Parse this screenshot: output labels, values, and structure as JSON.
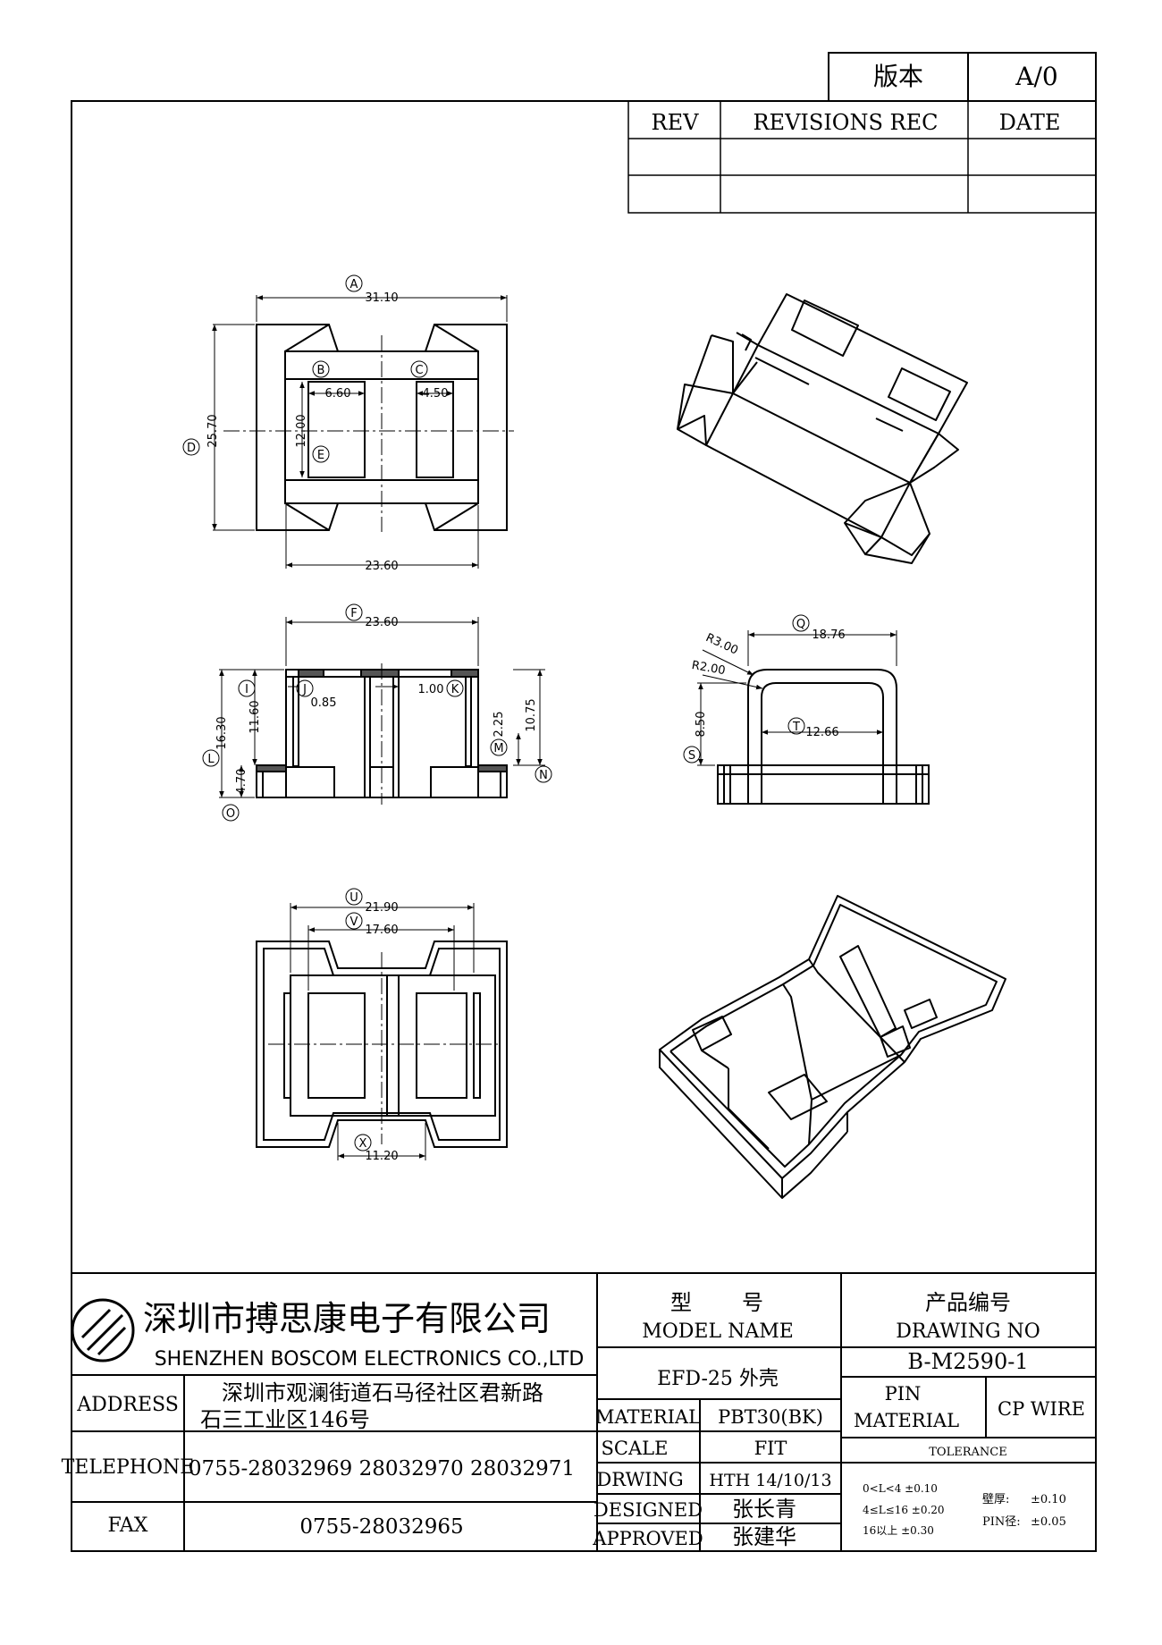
{
  "header": {
    "version_label": "版本",
    "version_value": "A/0",
    "rev_label": "REV",
    "revisions_label": "REVISIONS REC",
    "date_label": "DATE"
  },
  "dimensions": {
    "top_view": {
      "a_letter": "A",
      "a_value": "31.10",
      "b_letter": "B",
      "b_value": "6.60",
      "c_letter": "C",
      "c_value": "4.50",
      "d_letter": "D",
      "d_value": "25.70",
      "e_letter": "E",
      "e_value": "12.00",
      "bottom_value": "23.60"
    },
    "side_view": {
      "f_letter": "F",
      "f_value": "23.60",
      "i_letter": "I",
      "i_value": "11.60",
      "j_letter": "J",
      "j_value": "0.85",
      "k_letter": "K",
      "k_value": "1.00",
      "l_letter": "L",
      "l_value": "16.30",
      "m_letter": "M",
      "m_value": "2.25",
      "n_letter": "N",
      "n_value": "10.75",
      "o_letter": "O",
      "o_value": "4.70"
    },
    "end_view": {
      "q_letter": "Q",
      "q_value": "18.76",
      "r3_value": "R3.00",
      "r2_value": "R2.00",
      "t_letter": "T",
      "t_value": "12.66",
      "s_letter": "S",
      "s_value": "8.50"
    },
    "bottom_view": {
      "u_letter": "U",
      "u_value": "21.90",
      "v_letter": "V",
      "v_value": "17.60",
      "x_letter": "X",
      "x_value": "11.20"
    }
  },
  "title_block": {
    "company_cn": "深圳市搏思康电子有限公司",
    "company_en": "SHENZHEN BOSCOM ELECTRONICS CO.,LTD",
    "model_cn_1": "型",
    "model_cn_2": "号",
    "model_en": "MODEL NAME",
    "drawing_cn": "产品编号",
    "drawing_en": "DRAWING NO",
    "model_value": "EFD-25 外壳",
    "drawing_value": "B-M2590-1",
    "address_label": "ADDRESS",
    "address_line1": "深圳市观澜街道石马径社区君新路",
    "address_line2": "石三工业区146号",
    "telephone_label": "TELEPHONE",
    "telephone_value": "0755-28032969 28032970 28032971",
    "fax_label": "FAX",
    "fax_value": "0755-28032965",
    "material_label": "MATERIAL",
    "material_value": "PBT30(BK)",
    "scale_label": "SCALE",
    "scale_value": "FIT",
    "drwing_label": "DRWING",
    "drwing_value": "HTH 14/10/13",
    "designed_label": "DESIGNED",
    "designed_value": "张长青",
    "approved_label": "APPROVED",
    "approved_value": "张建华",
    "pin_label": "PIN",
    "pin_material_label": "MATERIAL",
    "pin_material_value": "CP WIRE",
    "tolerance_label": "TOLERANCE",
    "tol_1": "0<L<4    ±0.10",
    "tol_2": "4≤L≤16  ±0.20",
    "tol_3": "16以上     ±0.30",
    "wall_label": "壁厚:",
    "wall_value": "±0.10",
    "pin_dia_label": "PIN径:",
    "pin_dia_value": "±0.05"
  }
}
